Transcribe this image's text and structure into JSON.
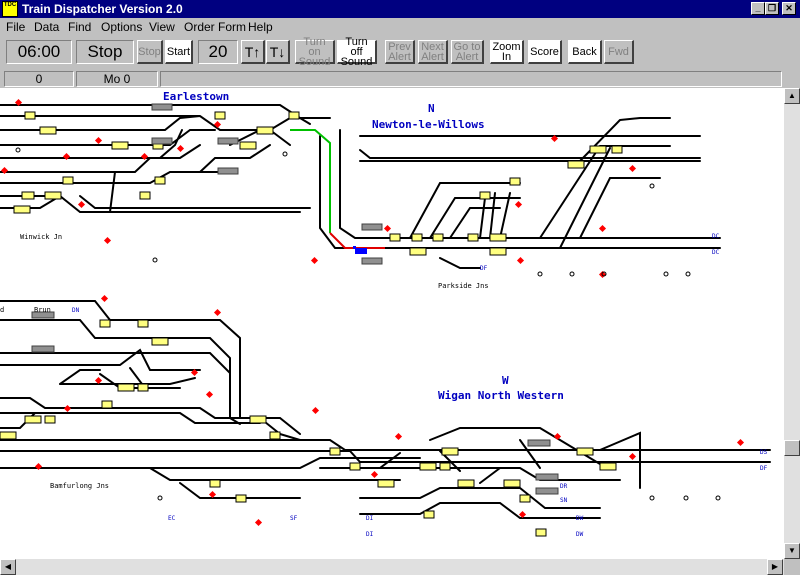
{
  "window": {
    "title": "Train Dispatcher Version 2.0",
    "icon_text": "TRAIN\nTDC"
  },
  "menu": [
    "File",
    "Data",
    "Find",
    "Options",
    "View",
    "Order Form",
    "Help"
  ],
  "toolbar": {
    "time": "06:00",
    "run_state": "Stop",
    "stop_label": "Stop",
    "start_label": "Start",
    "speed": "20",
    "faster_label": "T↑",
    "slower_label": "T↓",
    "sound_on_label": "Turn on\nSound",
    "sound_off_label": "Turn off\nSound",
    "prev_alert_label": "Prev\nAlert",
    "next_alert_label": "Next\nAlert",
    "goto_alert_label": "Go to\nAlert",
    "zoom_in_label": "Zoom\nIn",
    "score_label": "Score",
    "back_label": "Back",
    "fwd_label": "Fwd"
  },
  "status": {
    "count": "0",
    "day": "Mo 0"
  },
  "map": {
    "station_labels": [
      "Earlestown",
      "N",
      "Newton-le-Willows",
      "W",
      "Wigan North Western"
    ],
    "junction_labels": [
      "Winwick Jn",
      "Parkside Jns",
      "Bamfurlong Jns",
      "Brun",
      "d"
    ],
    "direction_labels": [
      "DC",
      "DC",
      "DF",
      "DN",
      "DS",
      "DF",
      "DR",
      "EC",
      "SF",
      "SN",
      "DI",
      "DI",
      "DW",
      "DW"
    ]
  },
  "colors": {
    "titlebar": "#000080",
    "track": "#000000",
    "route_set": "#00c000",
    "route_ahead": "#e00000",
    "signal": "#ff0000",
    "label": "#0000c0",
    "train": "#0000ff"
  }
}
